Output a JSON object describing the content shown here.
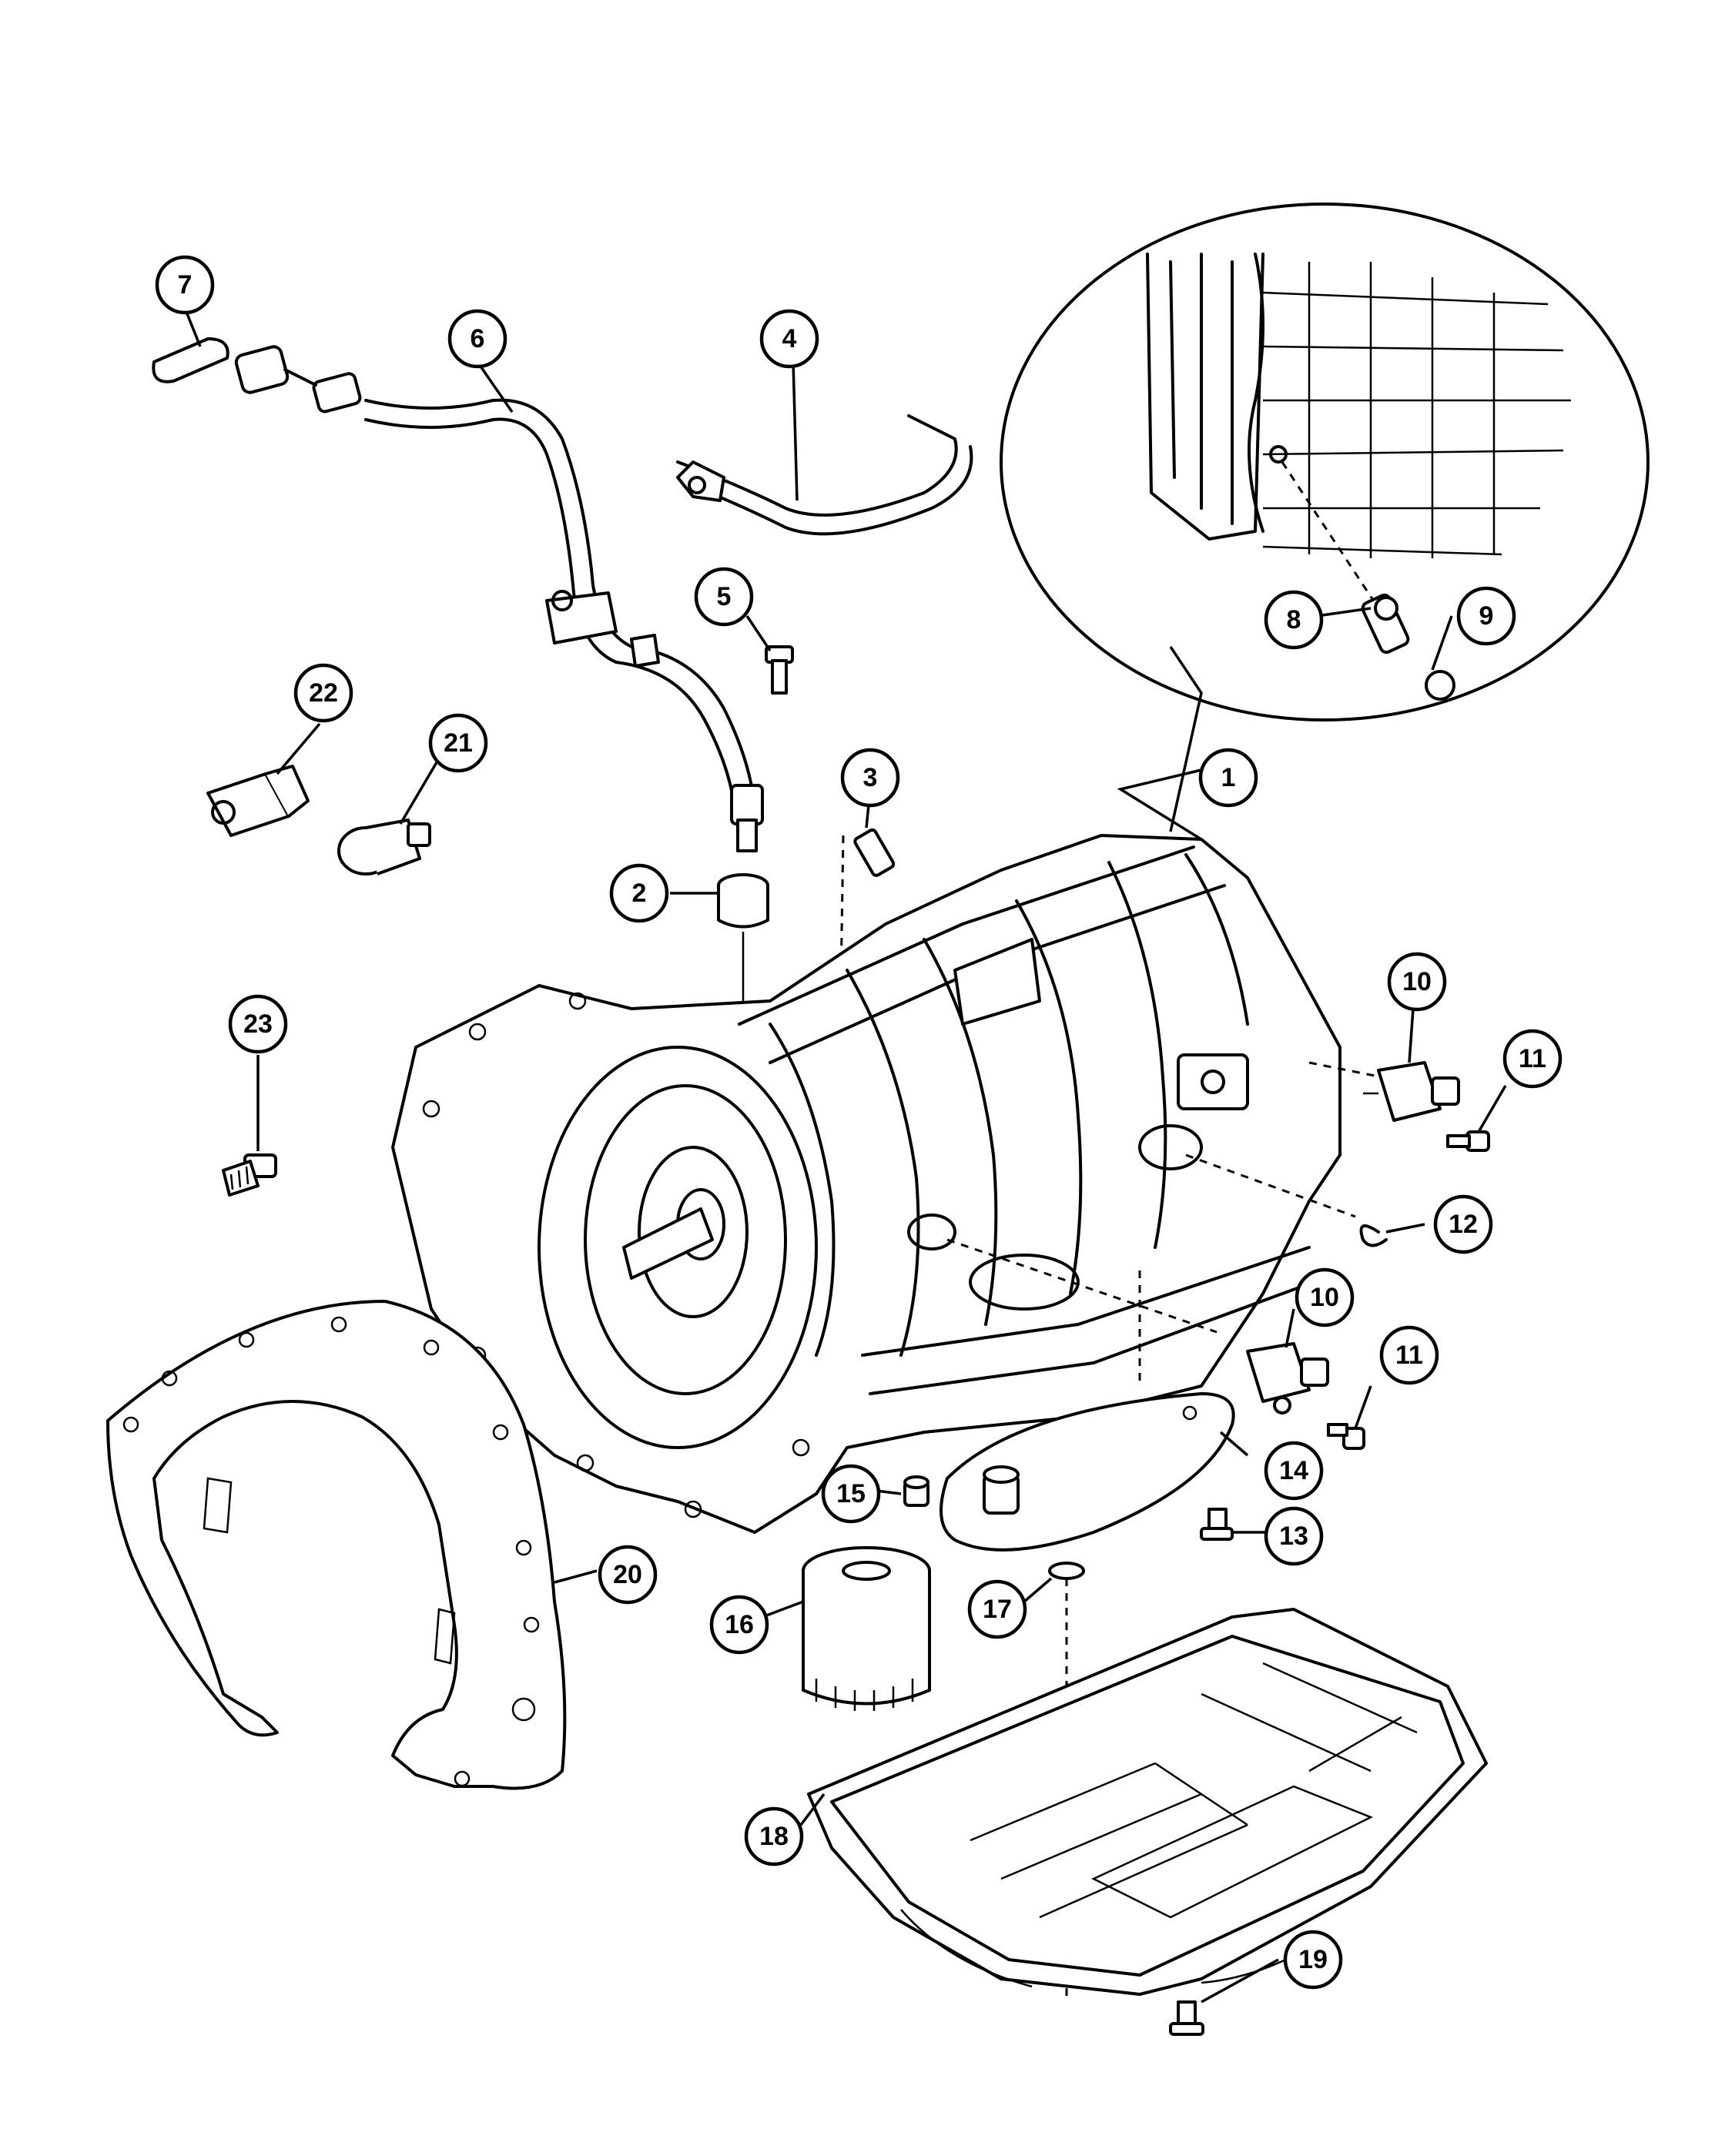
{
  "callouts": [
    {
      "id": "1",
      "label": "1"
    },
    {
      "id": "2",
      "label": "2"
    },
    {
      "id": "3",
      "label": "3"
    },
    {
      "id": "4",
      "label": "4"
    },
    {
      "id": "5",
      "label": "5"
    },
    {
      "id": "6",
      "label": "6"
    },
    {
      "id": "7",
      "label": "7"
    },
    {
      "id": "8",
      "label": "8"
    },
    {
      "id": "9",
      "label": "9"
    },
    {
      "id": "10a",
      "label": "10"
    },
    {
      "id": "10b",
      "label": "10"
    },
    {
      "id": "11a",
      "label": "11"
    },
    {
      "id": "11b",
      "label": "11"
    },
    {
      "id": "12",
      "label": "12"
    },
    {
      "id": "13",
      "label": "13"
    },
    {
      "id": "14",
      "label": "14"
    },
    {
      "id": "15",
      "label": "15"
    },
    {
      "id": "16",
      "label": "16"
    },
    {
      "id": "17",
      "label": "17"
    },
    {
      "id": "18",
      "label": "18"
    },
    {
      "id": "19",
      "label": "19"
    },
    {
      "id": "20",
      "label": "20"
    },
    {
      "id": "21",
      "label": "21"
    },
    {
      "id": "22",
      "label": "22"
    },
    {
      "id": "23",
      "label": "23"
    }
  ]
}
